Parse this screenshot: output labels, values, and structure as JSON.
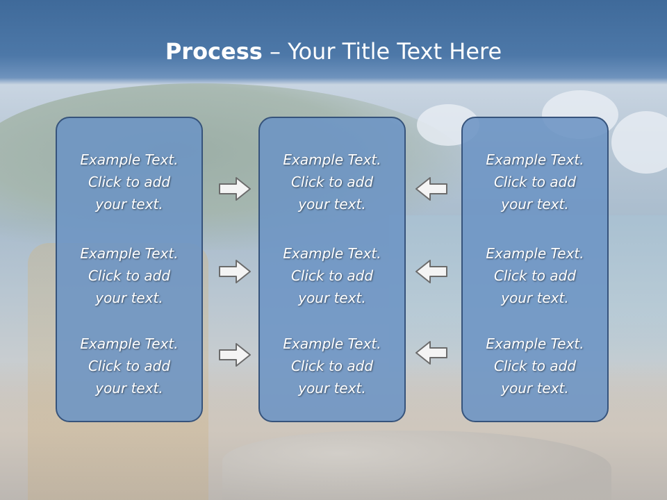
{
  "title": {
    "bold": "Process",
    "rest": " – Your Title Text Here"
  },
  "boxes": [
    {
      "items": [
        {
          "l1": "Example Text.",
          "l2": "Click  to add",
          "l3": "your text."
        },
        {
          "l1": "Example Text.",
          "l2": "Click  to add",
          "l3": "your text."
        },
        {
          "l1": "Example Text.",
          "l2": "Click  to add",
          "l3": "your text."
        }
      ]
    },
    {
      "items": [
        {
          "l1": "Example Text.",
          "l2": "Click  to add",
          "l3": "your text."
        },
        {
          "l1": "Example Text.",
          "l2": "Click  to add",
          "l3": "your text."
        },
        {
          "l1": "Example Text.",
          "l2": "Click  to add",
          "l3": "your text."
        }
      ]
    },
    {
      "items": [
        {
          "l1": "Example Text.",
          "l2": "Click  to add",
          "l3": "your text."
        },
        {
          "l1": "Example Text.",
          "l2": "Click  to add",
          "l3": "your text."
        },
        {
          "l1": "Example Text.",
          "l2": "Click  to add",
          "l3": "your text."
        }
      ]
    }
  ],
  "colors": {
    "box_fill": "#6c94c4",
    "box_border": "#36537b",
    "header": "#3f6a9a",
    "text": "#ffffff"
  },
  "icons": {
    "left_arrows": "arrow-right-icon",
    "right_arrows": "arrow-left-icon"
  }
}
